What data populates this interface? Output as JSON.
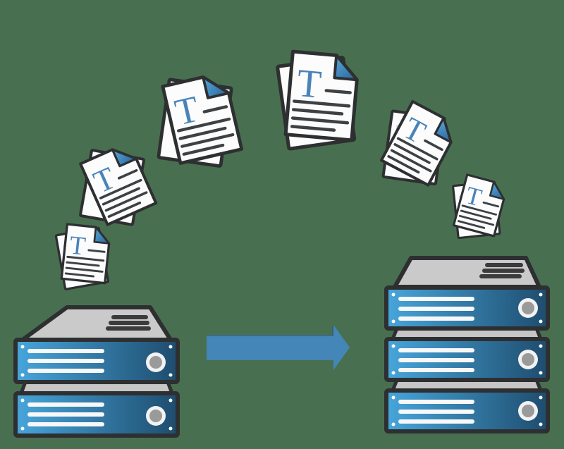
{
  "illustration": {
    "title": "server-to-server document migration",
    "document_glyph": "T",
    "document_stack_count": 6,
    "left_server_bays": 2,
    "right_server_bays": 3,
    "lines_per_bay": 3,
    "colors": {
      "background": "#487050",
      "outline": "#2d2f31",
      "arrow_blue": "#4486b8",
      "server_panel_light": "#47a6db",
      "server_panel_dark": "#1e4c6e",
      "server_lid_gray": "#cacaca",
      "vent_dark": "#3b3b3b",
      "page_white": "#fcfcfc",
      "fold_light": "#58a7d9",
      "fold_dark": "#29659b",
      "letter_blue": "#4a83b8",
      "text_line_dark": "#3d4144",
      "power_ring_white": "#f2f2f2",
      "power_center_gray": "#9a9a9a"
    }
  }
}
